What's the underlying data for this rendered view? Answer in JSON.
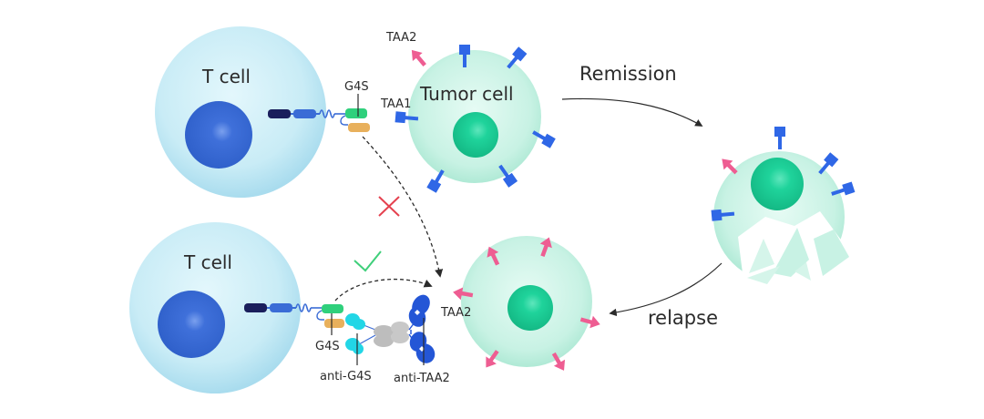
{
  "diagram": {
    "title": "",
    "labels": {
      "t_cell_top": "T cell",
      "t_cell_bottom": "T cell",
      "tumor_cell": "Tumor cell",
      "g4s_top": "G4S",
      "taa1": "TAA1",
      "taa2_top": "TAA2",
      "remission": "Remission",
      "relapse": "relapse",
      "taa2_bottom": "TAA2",
      "g4s_bottom": "G4S",
      "anti_g4s": "anti-G4S",
      "anti_taa2": "anti-TAA2"
    },
    "markers": {
      "cross": "blocked",
      "check": "allowed"
    },
    "colors": {
      "t_cell_body": "#c9ecf6",
      "t_cell_nucleus": "#3a6cd6",
      "tumor_body": "#c8f2e4",
      "tumor_nucleus": "#1fd39b",
      "taa1_antigen": "#2f67e6",
      "taa2_antigen": "#ee5d92",
      "car_dark": "#1a1f5c",
      "car_blue": "#3a6cd6",
      "scfv_green": "#2fd07c",
      "scfv_orange": "#e8b05c",
      "anti_g4s": "#22d6e6",
      "anti_taa2": "#2456d6",
      "antibody_fc": "#bdbdbd",
      "cross": "#e5414f",
      "check": "#3fcf7a",
      "arrow": "#2b2b2b"
    }
  }
}
